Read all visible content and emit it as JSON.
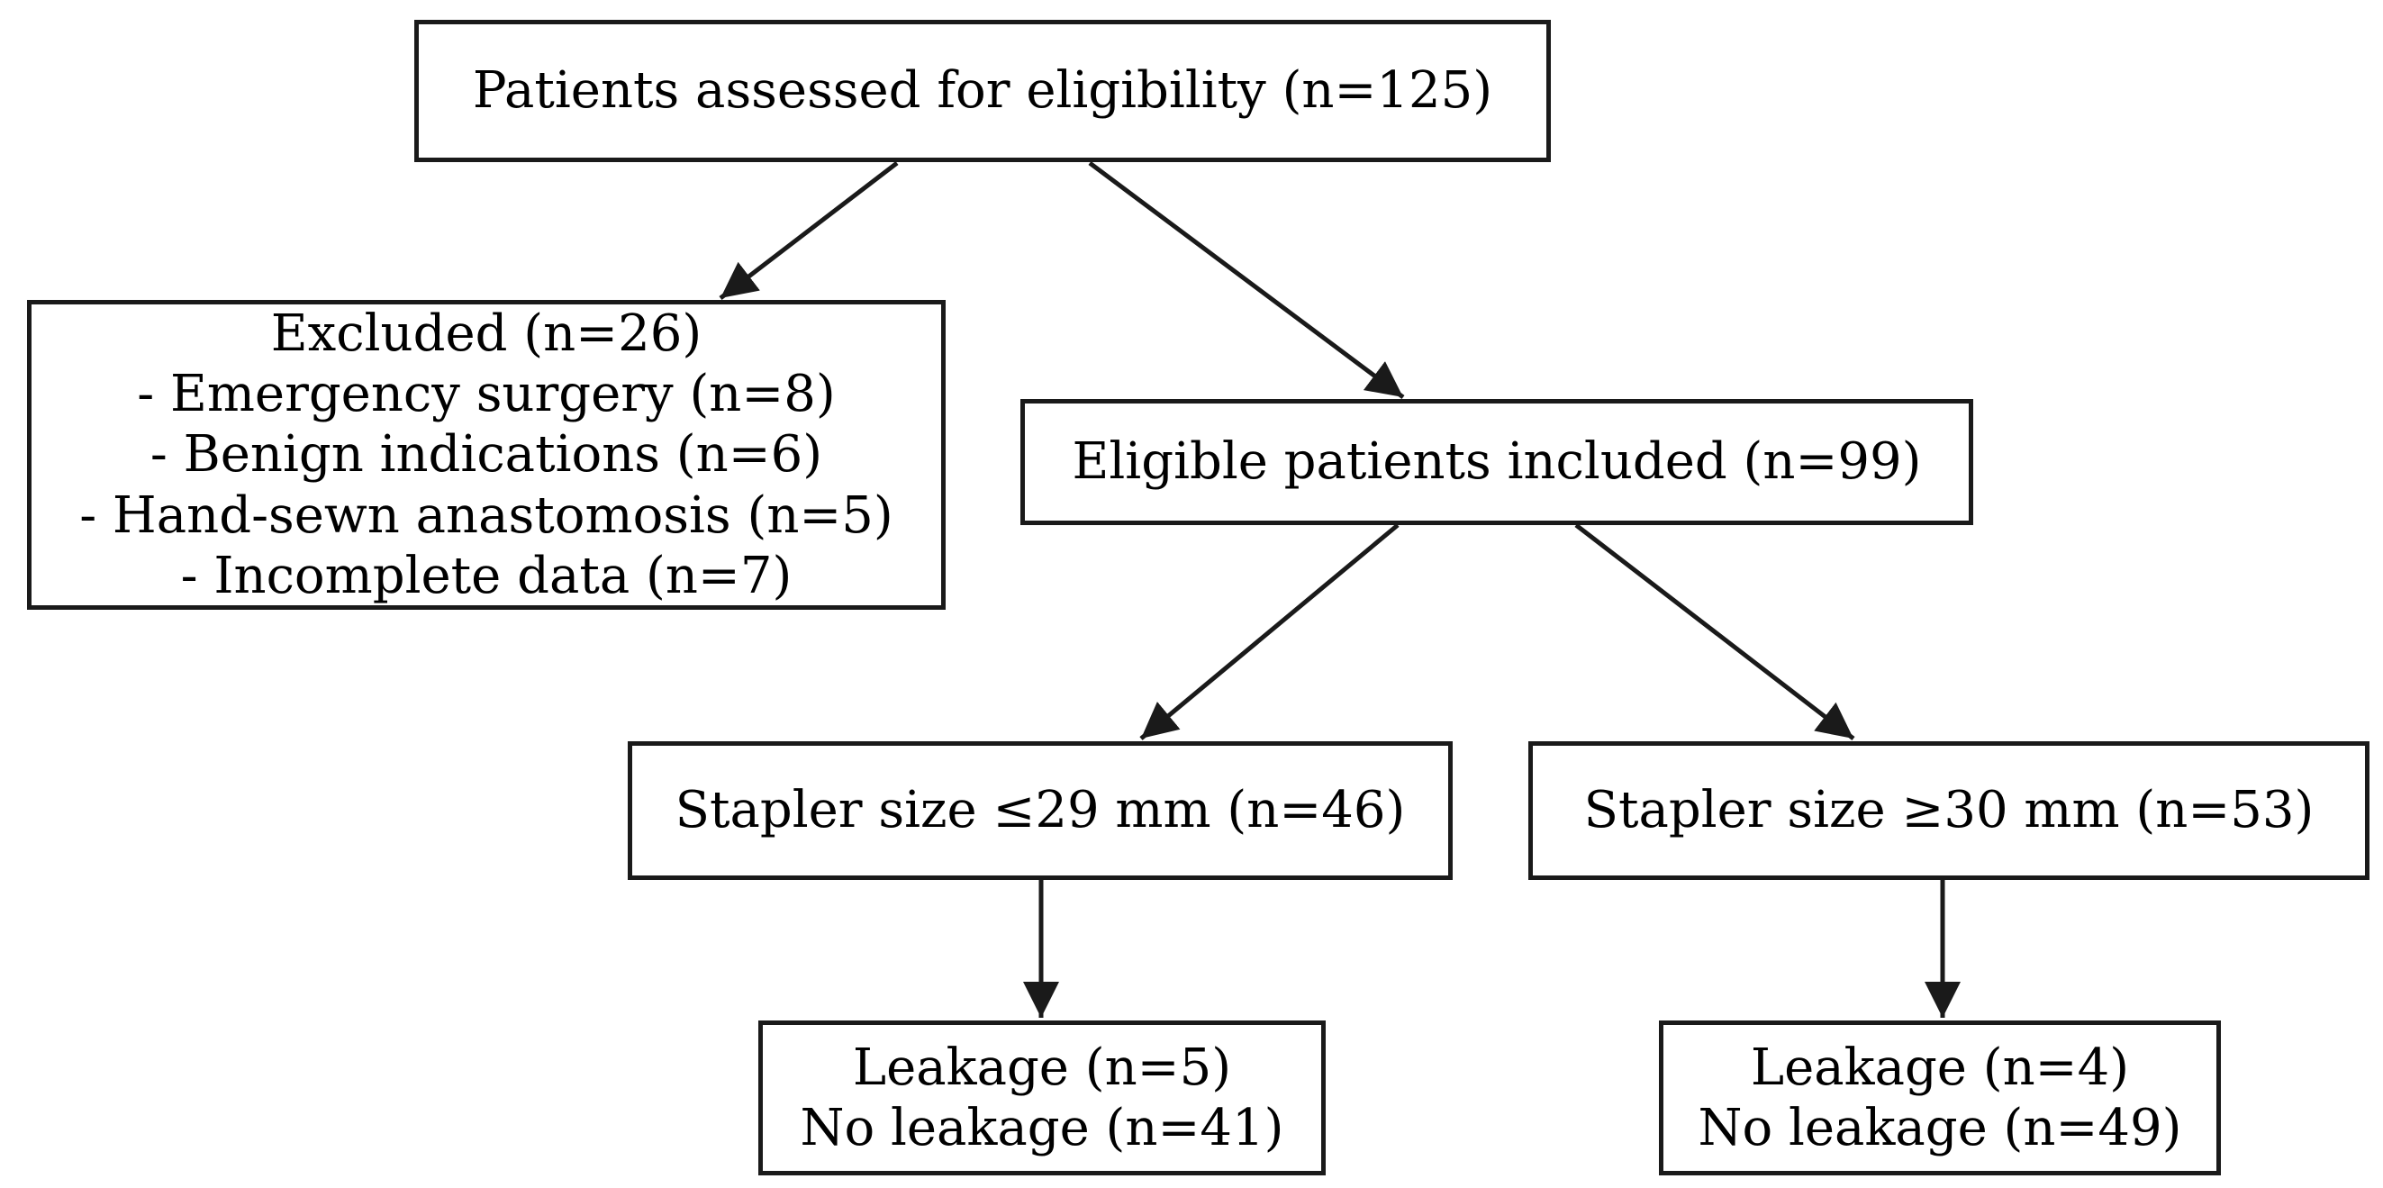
{
  "colors": {
    "background": "#ffffff",
    "box_fill": "#ffffff",
    "box_border": "#1a1a1a",
    "text": "#000000",
    "arrow": "#1a1a1a"
  },
  "nodes": {
    "assessed": {
      "lines": [
        "Patients assessed for eligibility (n=125)"
      ]
    },
    "excluded": {
      "lines": [
        "Excluded (n=26)",
        "- Emergency surgery (n=8)",
        "- Benign indications (n=6)",
        "- Hand-sewn anastomosis (n=5)",
        "- Incomplete data (n=7)"
      ]
    },
    "eligible": {
      "lines": [
        "Eligible patients included (n=99)"
      ]
    },
    "stapler_small": {
      "lines": [
        "Stapler size ≤29 mm (n=46)"
      ]
    },
    "stapler_large": {
      "lines": [
        "Stapler size ≥30 mm (n=53)"
      ]
    },
    "outcome_small": {
      "lines": [
        "Leakage (n=5)",
        "No leakage (n=41)"
      ]
    },
    "outcome_large": {
      "lines": [
        "Leakage (n=4)",
        "No leakage (n=49)"
      ]
    }
  }
}
